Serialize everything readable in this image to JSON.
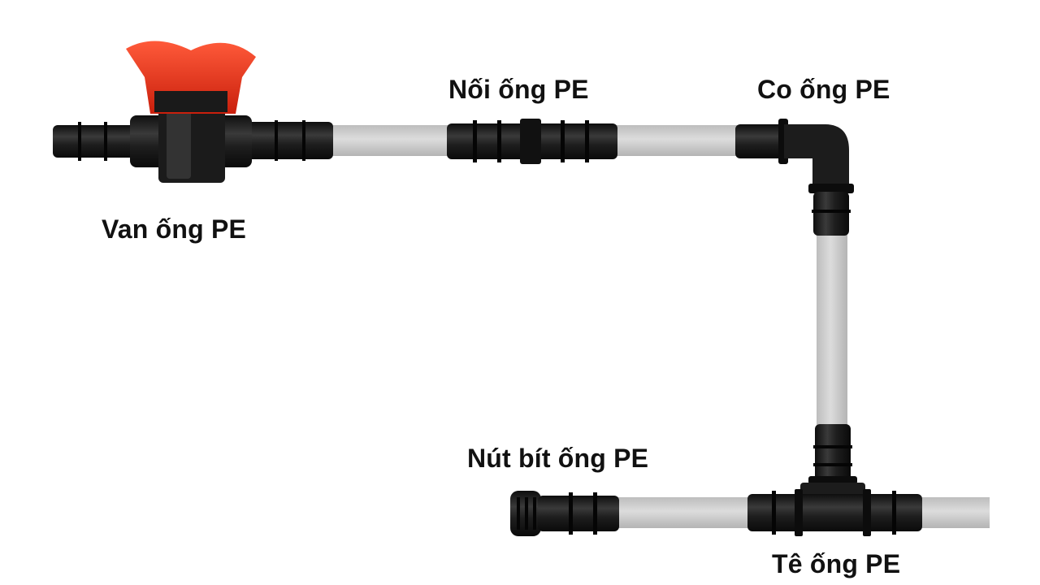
{
  "labels": {
    "valve": "Van ống PE",
    "coupling": "Nối ống PE",
    "elbow": "Co ống PE",
    "end_cap": "Nút bít ống PE",
    "tee": "Tê ống PE"
  },
  "colors": {
    "background": "#ffffff",
    "pipe": "#cfcfcf",
    "fitting": "#1c1c1c",
    "valve_handle": "#e8341c",
    "label_text": "#111111"
  },
  "icons": {
    "valve": "pe-ball-valve-icon",
    "coupling": "pe-straight-coupling-icon",
    "elbow": "pe-elbow-icon",
    "tee": "pe-tee-icon",
    "end_cap": "pe-end-cap-icon"
  }
}
